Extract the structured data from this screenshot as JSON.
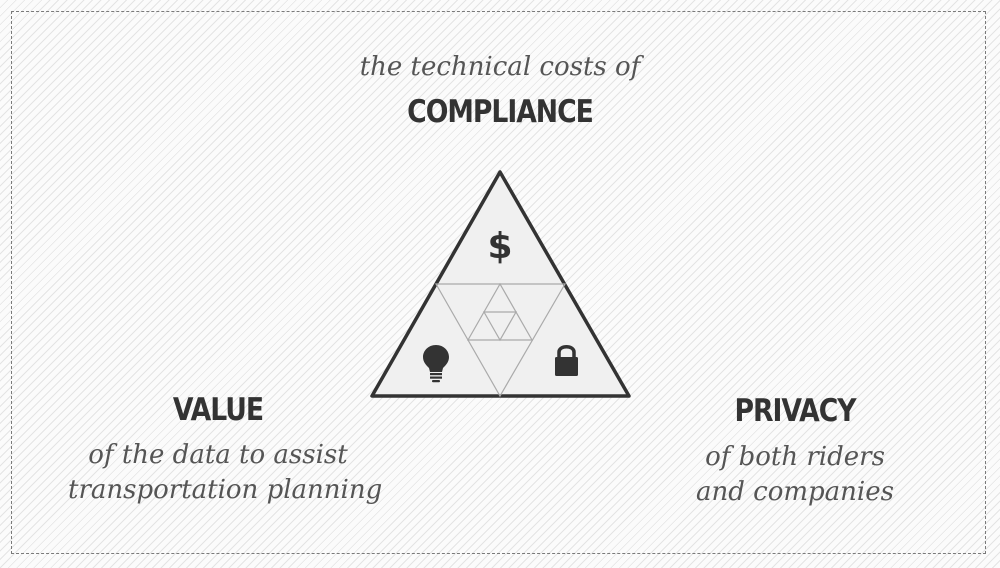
{
  "compliance": {
    "subtitle": "the technical costs of",
    "title": "COMPLIANCE",
    "icon": "dollar-sign-icon",
    "icon_glyph": "$"
  },
  "value": {
    "title": "VALUE",
    "line1": "of the data to assist",
    "line2": "transportation planning",
    "icon": "lightbulb-icon"
  },
  "privacy": {
    "title": "PRIVACY",
    "line1": "of both riders",
    "line2": "and companies",
    "icon": "padlock-icon"
  },
  "colors": {
    "text_dark": "#333333",
    "text_italic": "#555555",
    "triangle_fill": "#f0f0f0",
    "triangle_stroke": "#333333",
    "inner_lines": "#aaaaaa"
  }
}
